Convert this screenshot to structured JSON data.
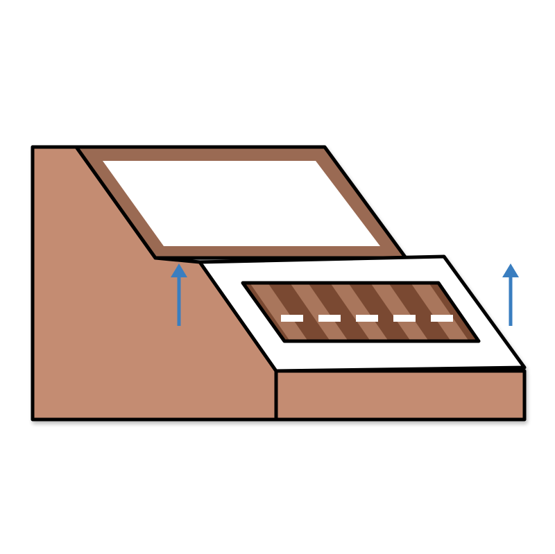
{
  "figure": {
    "subject": "humidor-box-illustration",
    "colors": {
      "background": "#ffffff",
      "box_body": "#c48c72",
      "lid_frame": "#9a6a52",
      "lid_panel": "#ffffff",
      "tray_frame": "#ffffff",
      "cigar_dark": "#7a4a30",
      "cigar_light": "#a9765b",
      "band": "#ffffff",
      "outline": "#000000",
      "arrow": "#3a7ec0"
    },
    "arrows": [
      {
        "direction": "up",
        "icon": "arrow-up-icon"
      },
      {
        "direction": "up",
        "icon": "arrow-up-icon"
      }
    ],
    "cigar_count": 5
  }
}
